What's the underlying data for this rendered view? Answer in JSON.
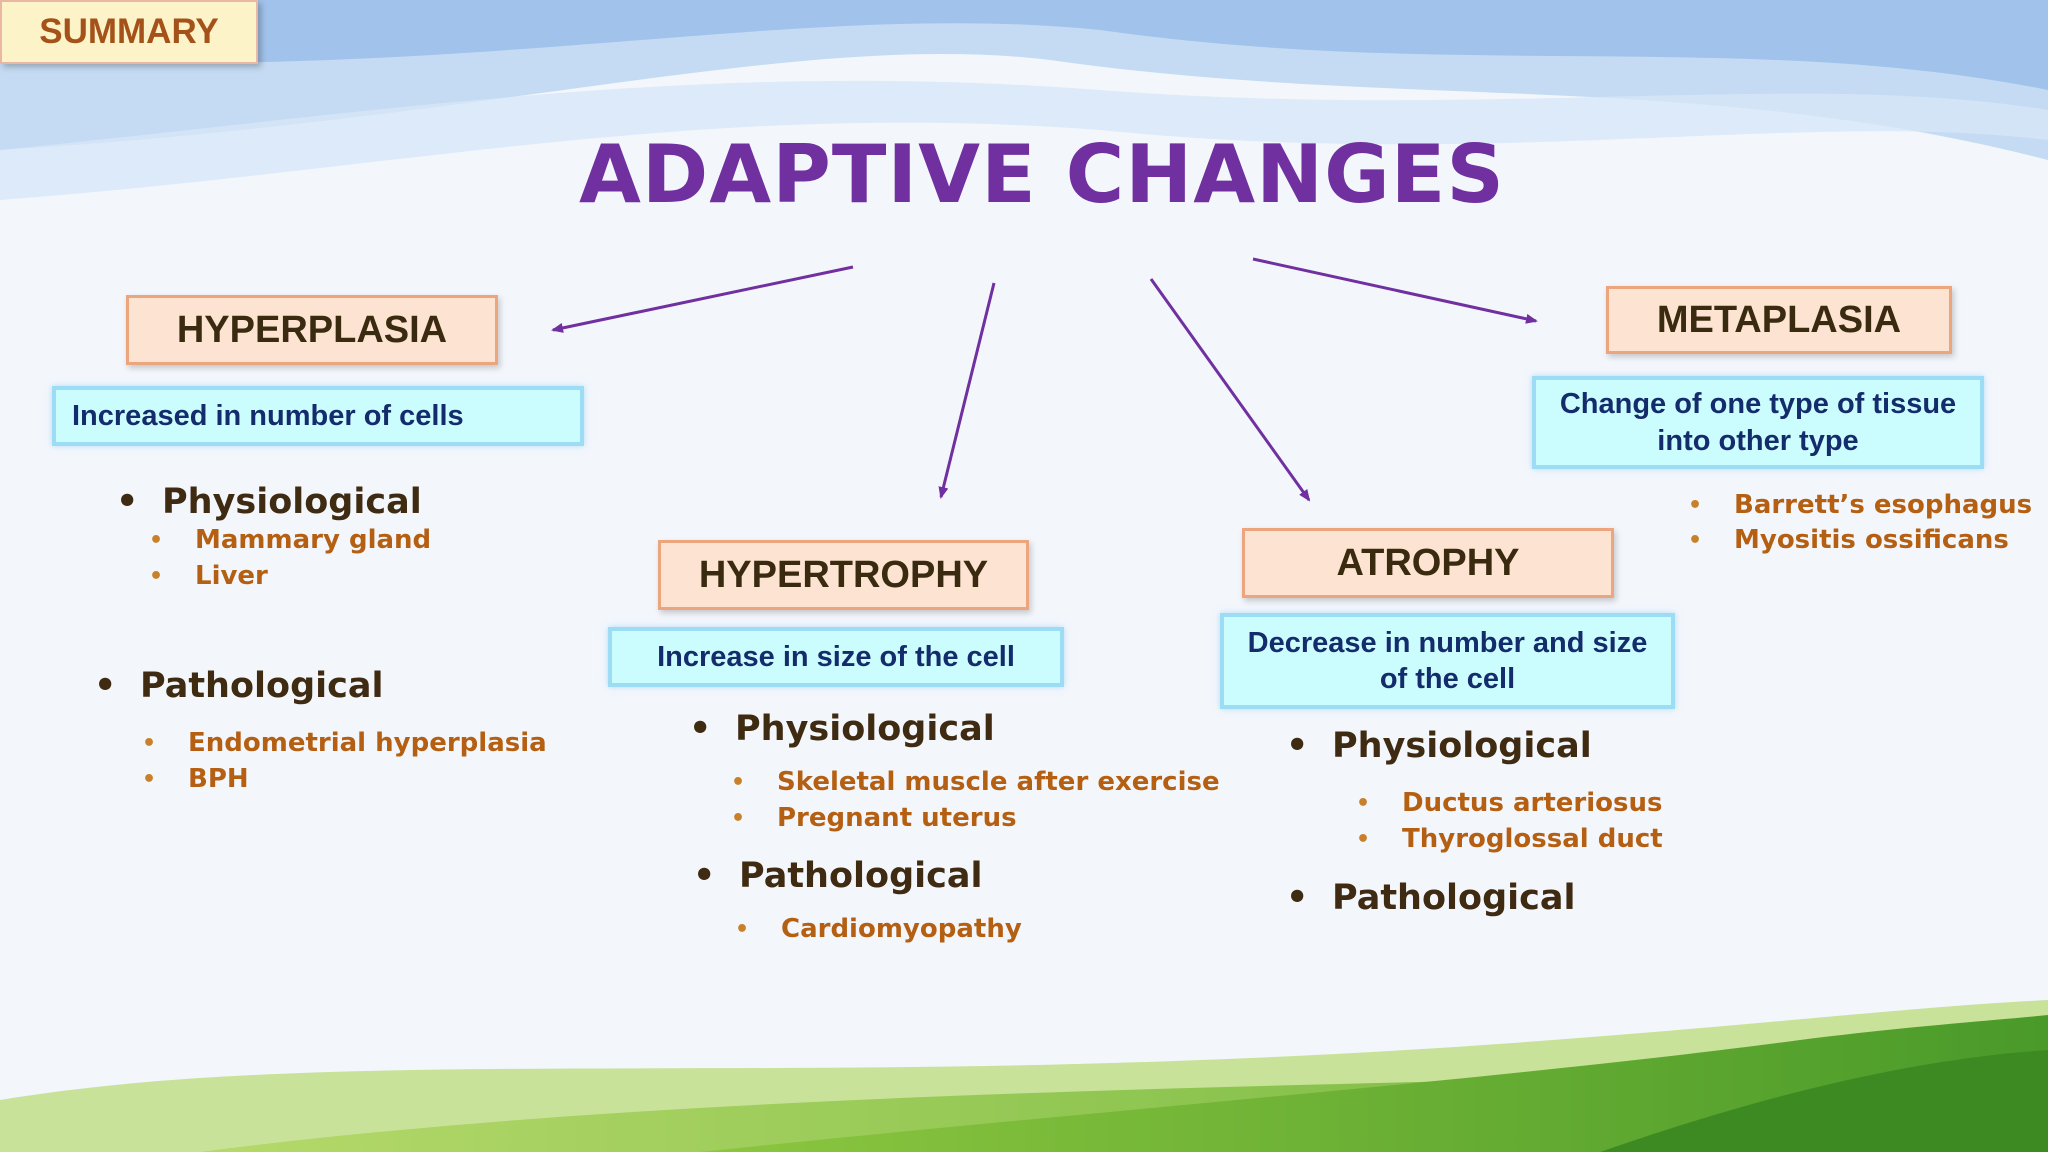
{
  "summary_tag": "SUMMARY",
  "title": "ADAPTIVE CHANGES",
  "hyperplasia": {
    "heading": "HYPERPLASIA",
    "definition": "Increased in number of cells",
    "groups": [
      {
        "label": "Physiological",
        "items": [
          "Mammary gland",
          "Liver"
        ]
      },
      {
        "label": "Pathological",
        "items": [
          "Endometrial hyperplasia",
          "BPH"
        ]
      }
    ]
  },
  "hypertrophy": {
    "heading": "HYPERTROPHY",
    "definition": "Increase in size of the cell",
    "groups": [
      {
        "label": "Physiological",
        "items": [
          "Skeletal muscle after exercise",
          "Pregnant uterus"
        ]
      },
      {
        "label": "Pathological",
        "items": [
          "Cardiomyopathy"
        ]
      }
    ]
  },
  "atrophy": {
    "heading": "ATROPHY",
    "definition_line1": "Decrease in number and size",
    "definition_line2": "of the cell",
    "groups": [
      {
        "label": "Physiological",
        "items": [
          "Ductus arteriosus",
          "Thyroglossal duct"
        ]
      },
      {
        "label": "Pathological",
        "items": []
      }
    ]
  },
  "metaplasia": {
    "heading": "METAPLASIA",
    "definition_line1": "Change of one type of tissue",
    "definition_line2": "into other type",
    "items": [
      "Barrett’s esophagus",
      "Myositis ossificans"
    ]
  },
  "colors": {
    "title": "#7030a0",
    "arrow": "#7030a0",
    "heading_fill": "#fde4d2",
    "definition_fill": "#ccfdfe",
    "sub_item": "#b55f12"
  }
}
